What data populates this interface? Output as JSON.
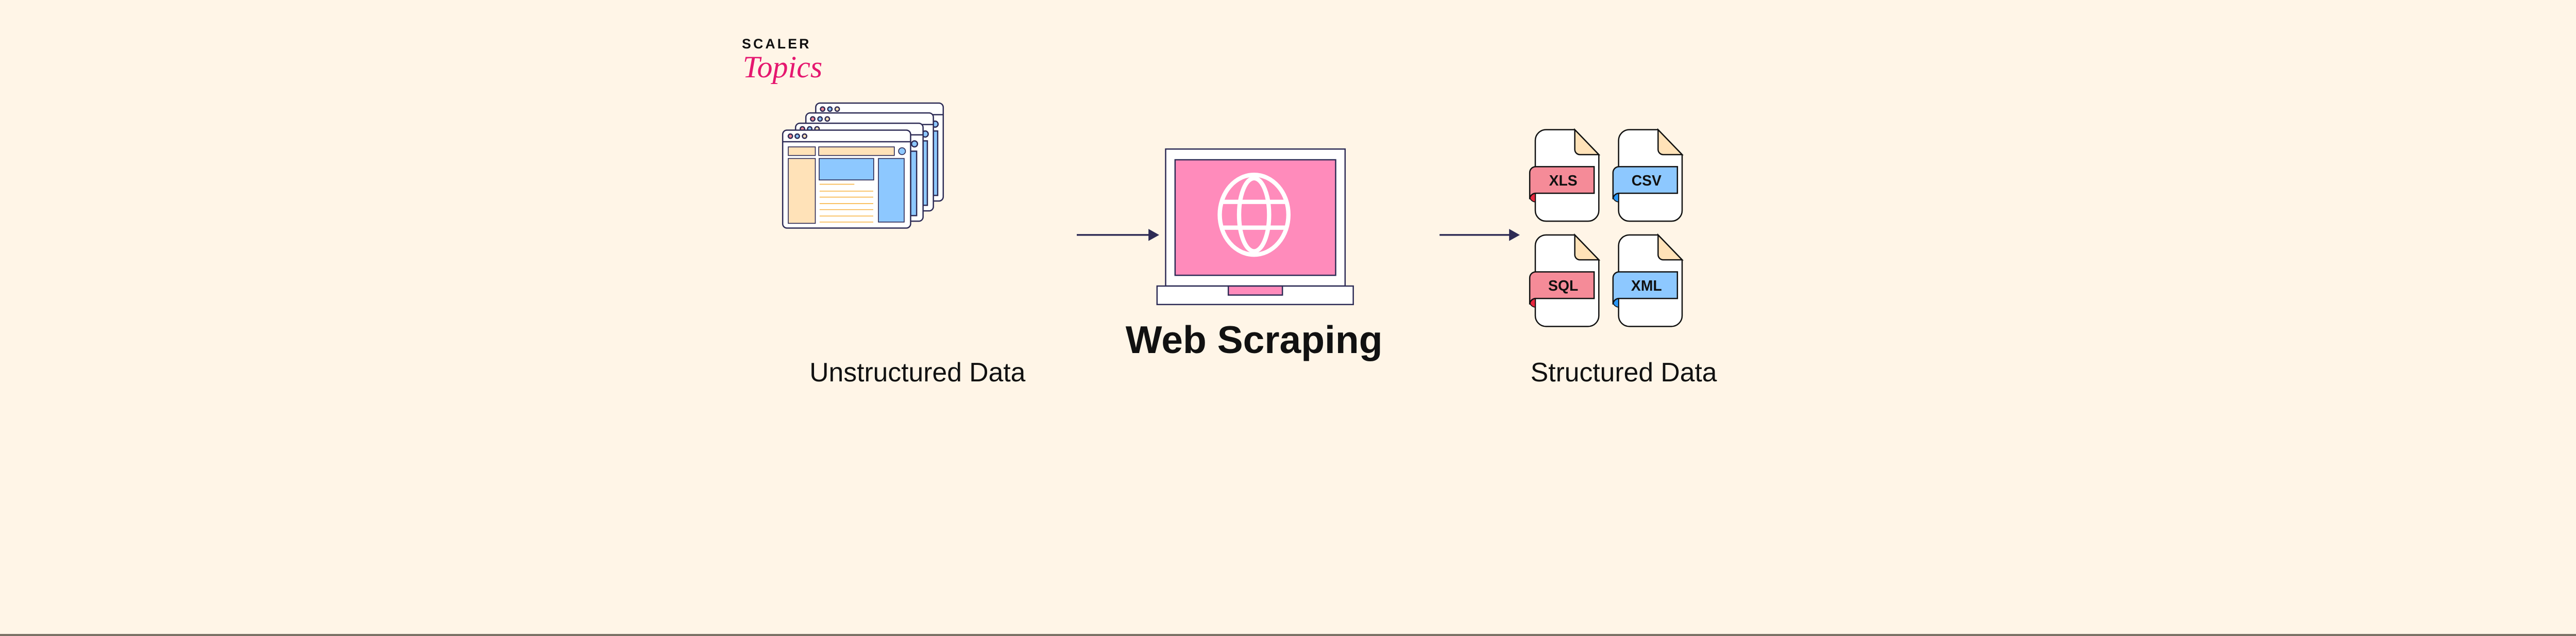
{
  "logo": {
    "brand": "SCALER",
    "sub": "Topics"
  },
  "diagram": {
    "source_label": "Unstructured Data",
    "process_label": "Web Scraping",
    "output_label": "Structured Data",
    "file_types": [
      "XLS",
      "CSV",
      "SQL",
      "XML"
    ]
  },
  "colors": {
    "background": "#fff5e7",
    "outline": "#2d2b55",
    "pink": "#ff8bbb",
    "red_tag": "#f58b98",
    "blue_tag": "#8dc8ff",
    "cream": "#ffe2b8",
    "logo_pink": "#e5176f"
  }
}
